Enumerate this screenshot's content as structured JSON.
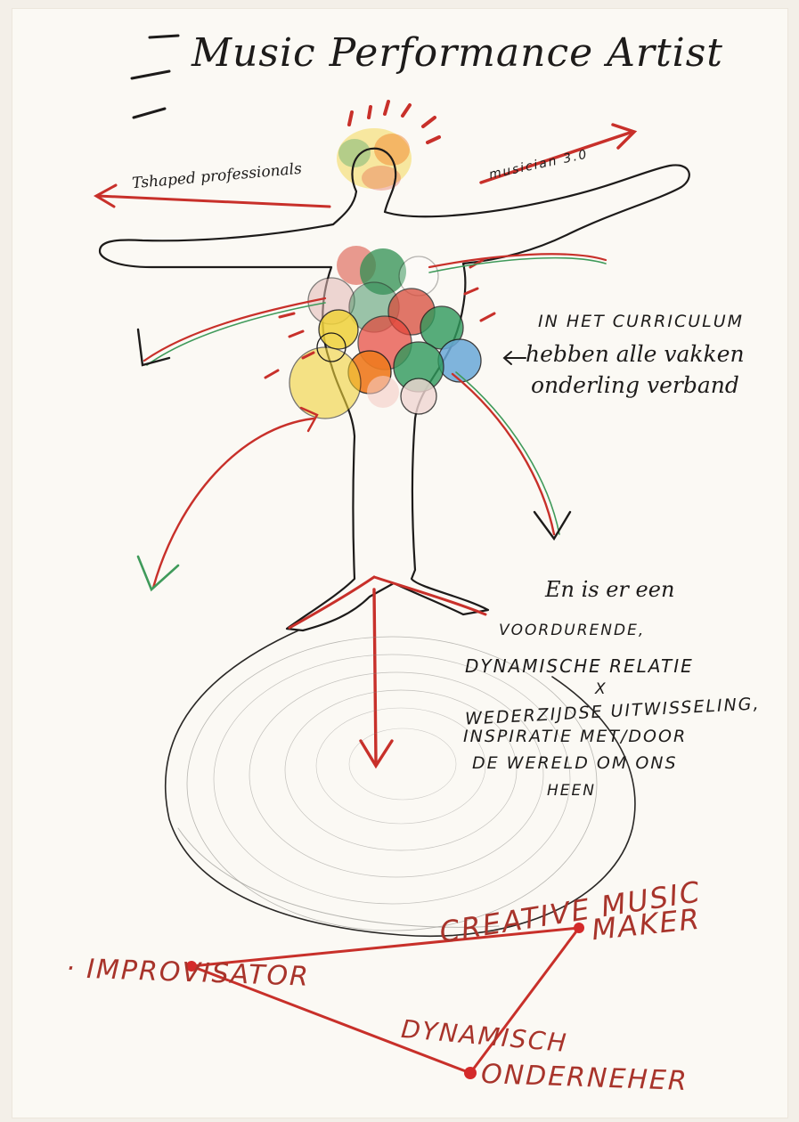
{
  "title": "Music Performance Artist",
  "labels": {
    "t_shaped": "Tshaped professionals",
    "musician": "musician 3.0",
    "curriculum_line1": "IN HET CURRICULUM",
    "curriculum_line2": "hebben alle vakken",
    "curriculum_line3": "onderling verband",
    "relation_line1": "En is er een",
    "relation_line2": "VOORDURENDE,",
    "relation_line3": "DYNAMISCHE RELATIE",
    "relation_line4": "X",
    "relation_line5": "WEDERZIJDSE UITWISSELING,",
    "relation_line6": "INSPIRATIE MET/DOOR",
    "relation_line7": "DE WERELD OM ONS",
    "relation_line8": "HEEN"
  },
  "roles": {
    "creative_line1": "CREATIVE MUSIC",
    "creative_line2": "MAKER",
    "improvisator": "· IMPROVISATOR",
    "dynamisch_line1": "DYNAMISCH",
    "dynamisch_line2": "ONDERNEHER"
  },
  "colors": {
    "ink": "#1d1b1a",
    "red": "#c8302a",
    "green": "#3f9a5a",
    "yellow": "#f0d23a",
    "orange": "#ef7a1f",
    "blue": "#6aa8d8"
  }
}
